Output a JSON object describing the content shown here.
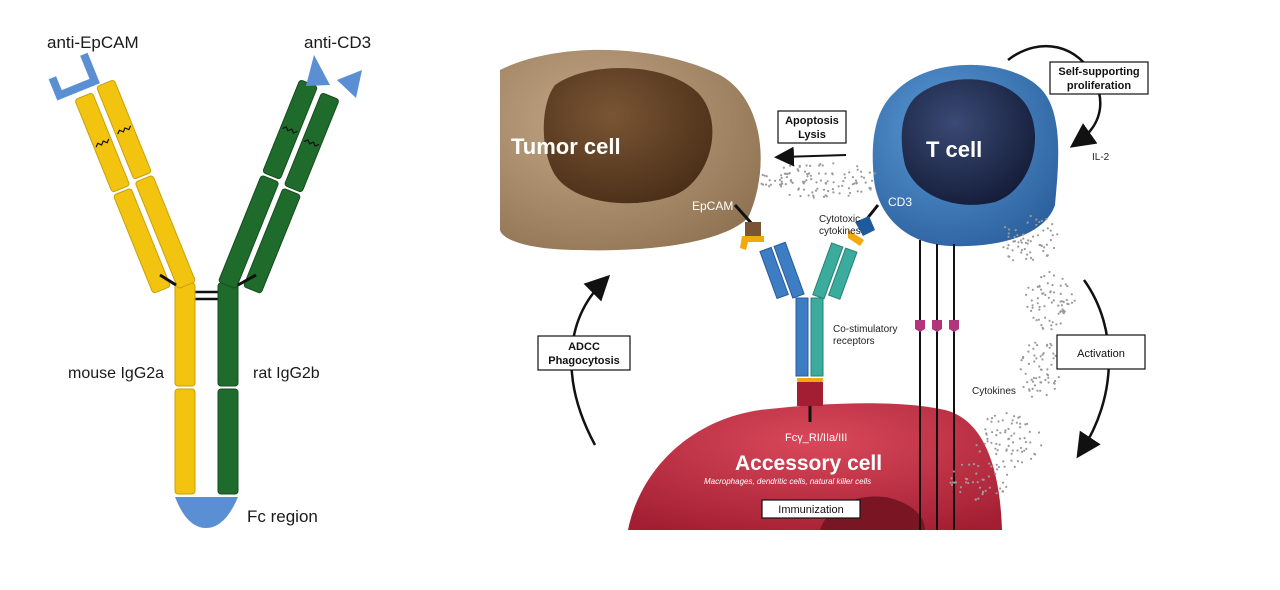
{
  "left_panel": {
    "anti_epcam": "anti-EpCAM",
    "anti_cd3": "anti-CD3",
    "mouse_igg2a": "mouse IgG2a",
    "rat_igg2b": "rat IgG2b",
    "fc_region": "Fc region"
  },
  "right_panel": {
    "tumor_cell": "Tumor cell",
    "epcam": "EpCAM",
    "t_cell": "T cell",
    "cd3": "CD3",
    "apoptosis_lysis": [
      "Apoptosis",
      "Lysis"
    ],
    "self_supporting_proliferation": [
      "Self-supporting",
      "proliferation"
    ],
    "il2": "IL-2",
    "cytotoxic_cytokines": [
      "Cytotoxic",
      "cytokines"
    ],
    "co_stimulatory_receptors": [
      "Co-stimulatory",
      "receptors"
    ],
    "adcc_phagocytosis": [
      "ADCC",
      "Phagocytosis"
    ],
    "activation": "Activation",
    "cytokines": "Cytokines",
    "fc_receptor": "Fcγ_RI/IIa/III",
    "accessory_cell": "Accessory cell",
    "accessory_subtitle": "Macrophages, dendritic cells, natural killer cells",
    "immunization": "Immunization"
  },
  "colors": {
    "mouse_chain": "#f2c40f",
    "rat_chain": "#1f6b2c",
    "antigen_site": "#5b8fd4",
    "tumor": "#9b7e5c",
    "tumor_nucleus": "#5a3c22",
    "t_cell": "#3a78b8",
    "t_cell_nucleus": "#1e2a4f",
    "accessory": "#c03045",
    "antibody_blue": "#3d7dc4",
    "antibody_teal": "#3aab9c"
  }
}
